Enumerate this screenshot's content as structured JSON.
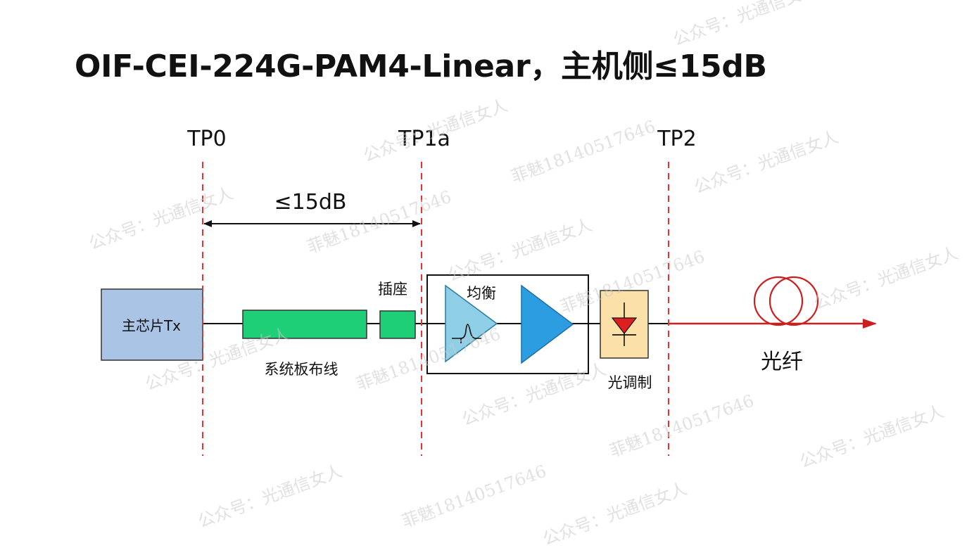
{
  "title": "OIF-CEI-224G-PAM4-Linear，主机侧≤15dB",
  "test_points": {
    "tp0": "TP0",
    "tp1a": "TP1a",
    "tp2": "TP2"
  },
  "loss_budget": "≤15dB",
  "blocks": {
    "host_chip": "主芯片Tx",
    "pcb_trace": "系统板布线",
    "connector": "插座",
    "equalizer": "均衡",
    "modulator": "光调制",
    "fiber": "光纤"
  },
  "watermark": {
    "account": "公众号：光通信女人",
    "contact": "菲魅18140517646"
  },
  "colors": {
    "marker": "#e8312e",
    "host_chip_fill": "#a9c4e4",
    "pcb_fill": "#1ecf78",
    "eq_fill": "#8ecfe6",
    "amp_fill": "#2b9de0",
    "mod_fill": "#fbe0a8",
    "diode_fill": "#dd1f1f",
    "fiber": "#cc1f1f"
  }
}
